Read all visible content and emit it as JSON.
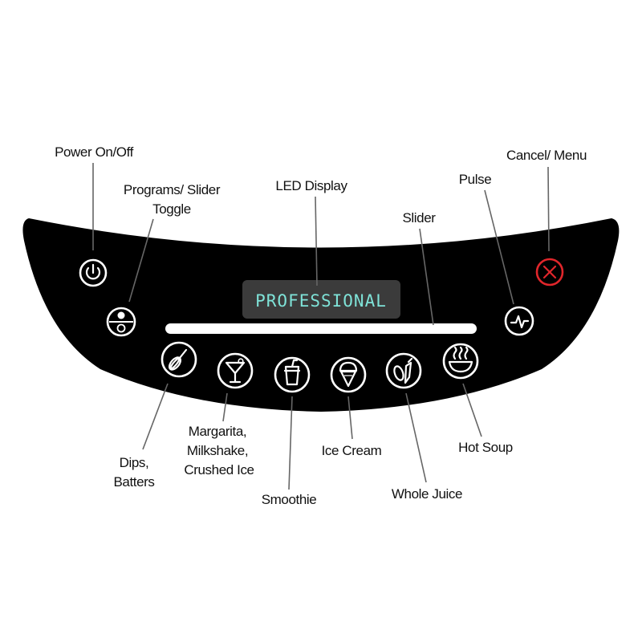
{
  "display": {
    "text": "PROFESSIONAL",
    "text_color": "#7fe3d8"
  },
  "colors": {
    "panel": "#000000",
    "cancel": "#e0262b",
    "slider": "#ffffff",
    "label": "#111111"
  },
  "labels": {
    "power": "Power On/Off",
    "programs_line1": "Programs/ Slider",
    "programs_line2": "Toggle",
    "led_display": "LED Display",
    "slider": "Slider",
    "pulse": "Pulse",
    "cancel": "Cancel/ Menu",
    "dips_line1": "Dips,",
    "dips_line2": "Batters",
    "margarita_line1": "Margarita,",
    "margarita_line2": "Milkshake,",
    "margarita_line3": "Crushed Ice",
    "smoothie": "Smoothie",
    "ice_cream": "Ice Cream",
    "whole_juice": "Whole Juice",
    "hot_soup": "Hot Soup"
  },
  "icons": {
    "power": "power-icon",
    "programs": "toggle-icon",
    "pulse": "pulse-icon",
    "cancel": "close-icon",
    "dips": "whisk-icon",
    "margarita": "cocktail-icon",
    "smoothie": "cup-straw-icon",
    "ice_cream": "ice-cream-cone-icon",
    "whole_juice": "fruit-vegetable-icon",
    "hot_soup": "steaming-bowl-icon"
  }
}
